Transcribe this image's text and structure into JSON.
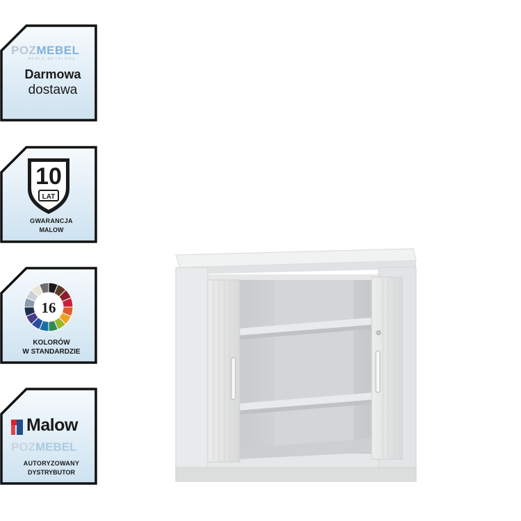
{
  "badges": {
    "delivery": {
      "logo_part1": "POZ",
      "logo_part2": "MEBEL",
      "logo_sub": "MEBLE METALOWE",
      "line1": "Darmowa",
      "line2": "dostawa"
    },
    "warranty": {
      "years": "10",
      "unit": "LAT",
      "line1": "GWARANCJA",
      "line2": "MALOW"
    },
    "colors": {
      "count": "16",
      "line1": "KOLORÓW",
      "line2": "W STANDARDZIE"
    },
    "dealer": {
      "brand": "Malow",
      "logo_part1": "POZ",
      "logo_part2": "MEBEL",
      "line1": "AUTORYZOWANY",
      "line2": "DYSTRYBUTOR"
    }
  },
  "colors": {
    "badge_border": "#111111",
    "badge_fill_top": "#f4f9fc",
    "badge_fill_bottom": "#cfe4f1",
    "brand_red": "#d9262b",
    "brand_blue": "#1f4e8c",
    "cabinet_body": "#e8e9ea"
  }
}
